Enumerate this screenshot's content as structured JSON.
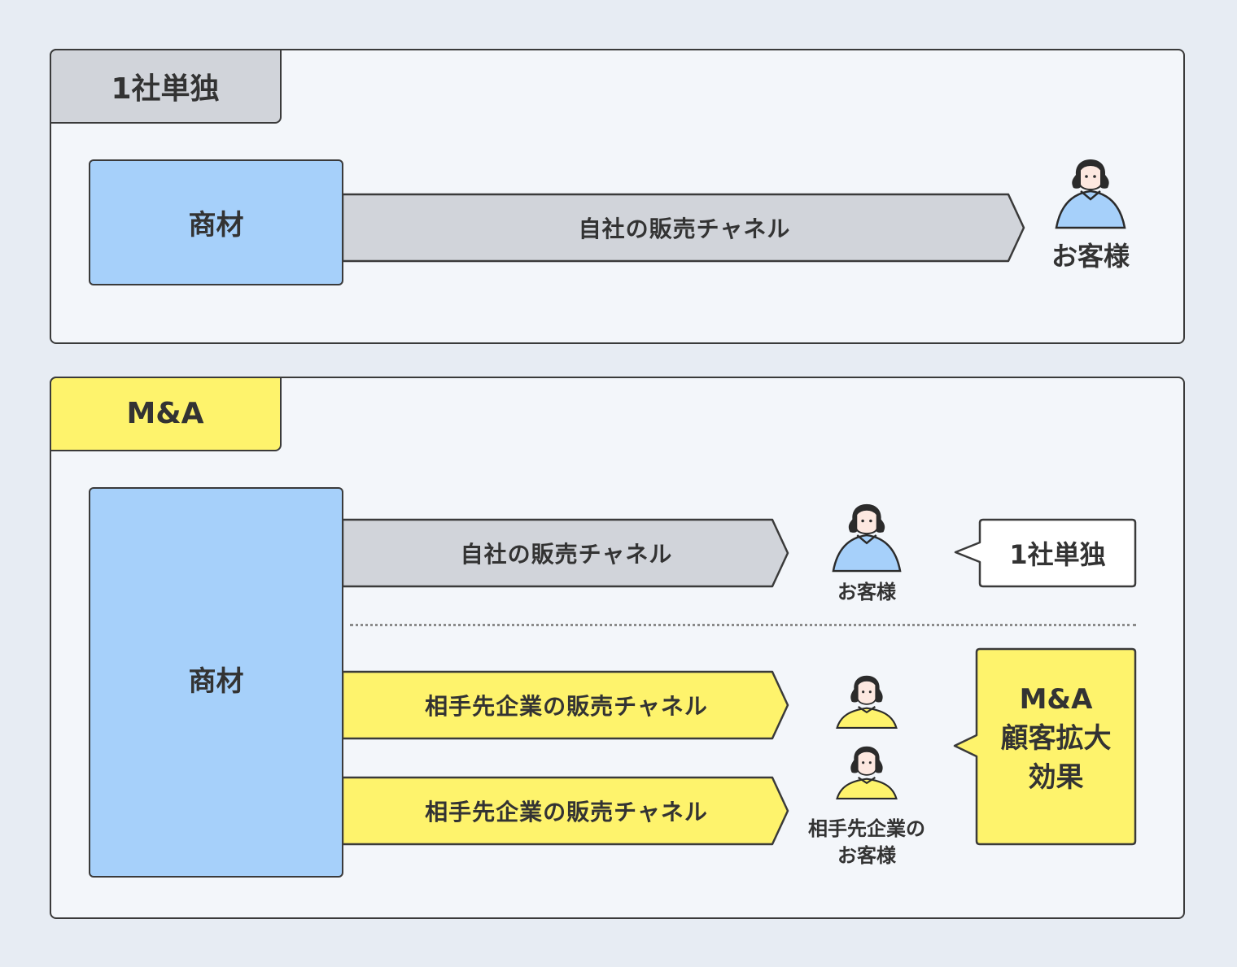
{
  "colors": {
    "background": "#e7ecf3",
    "panel": "#f3f6fa",
    "border": "#3a3a3a",
    "gray_fill": "#d1d4da",
    "blue_fill": "#a6d0fa",
    "yellow_fill": "#fef36c",
    "skin": "#fde8e0",
    "hair": "#2b2b2b"
  },
  "single": {
    "tab_label": "1社単独",
    "product_label": "商材",
    "channel_label": "自社の販売チャネル",
    "customer_label": "お客様"
  },
  "ma": {
    "tab_label": "M&A",
    "product_label": "商材",
    "own_channel_label": "自社の販売チャネル",
    "own_customer_label": "お客様",
    "own_bubble_label": "1社単独",
    "partner_channels": [
      {
        "label": "相手先企業の販売チャネル"
      },
      {
        "label": "相手先企業の販売チャネル"
      }
    ],
    "partner_customer_label_line1": "相手先企業の",
    "partner_customer_label_line2": "お客様",
    "effect_bubble_line1": "M&A",
    "effect_bubble_line2": "顧客拡大",
    "effect_bubble_line3": "効果"
  }
}
